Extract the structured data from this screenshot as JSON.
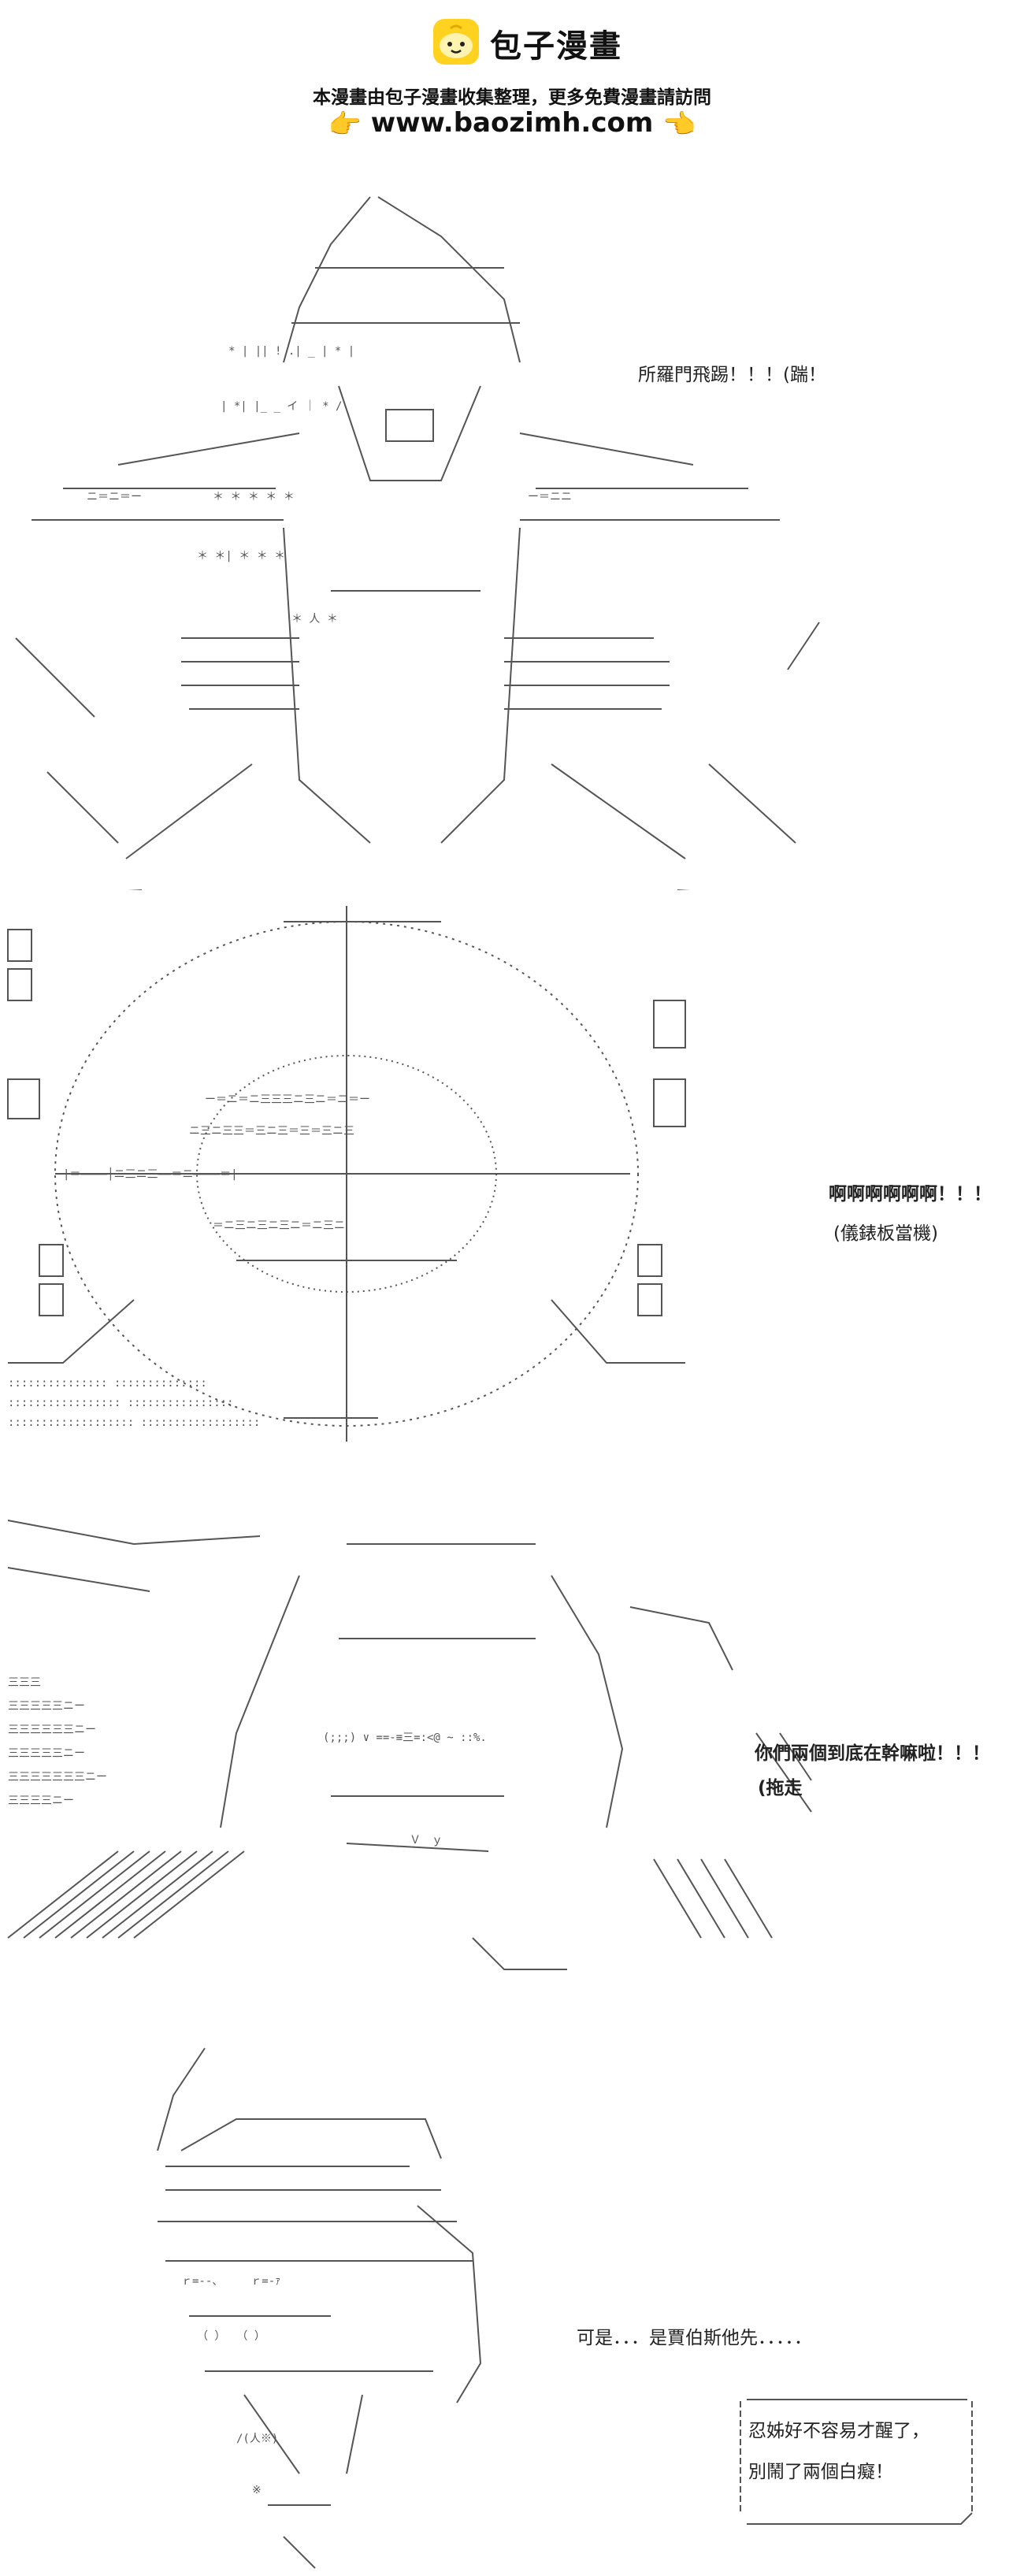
{
  "header": {
    "brand_name": "包子漫畫",
    "tagline": "本漫畫由包子漫畫收集整理，更多免費漫畫請訪問",
    "url": "www.baozimh.com",
    "logo_icon": "bun-face-icon",
    "hand_icon": "pointing-hand-icon",
    "accent_color": "#f2b600"
  },
  "panels": [
    {
      "lines": [
        "所羅門飛踢！！！(踹！"
      ]
    },
    {
      "lines": [
        "啊啊啊啊啊啊！！！",
        "(儀錶板當機)"
      ]
    },
    {
      "lines": [
        "你們兩個到底在幹嘛啦！！！",
        "(拖走"
      ]
    },
    {
      "lines": [
        "可是．．．是賈伯斯他先．．．．．"
      ],
      "speech": [
        "忍姊好不容易才醒了，",
        "別鬧了兩個白癡！"
      ]
    }
  ]
}
